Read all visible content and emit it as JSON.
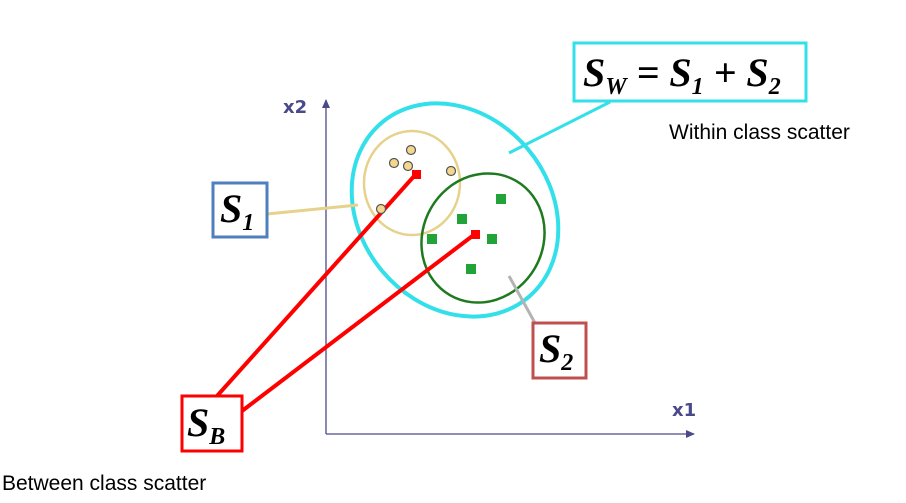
{
  "axes": {
    "x_label": "x1",
    "y_label": "x2"
  },
  "labels": {
    "sw": {
      "main": "S",
      "sub": "W",
      "rest": " = S",
      "sub1": "1",
      "plus": " + S",
      "sub2": "2"
    },
    "s1": {
      "main": "S",
      "sub": "1"
    },
    "s2": {
      "main": "S",
      "sub": "2"
    },
    "sb": {
      "main": "S",
      "sub": "B"
    }
  },
  "captions": {
    "within": "Within class scatter",
    "between": "Between class scatter"
  },
  "colors": {
    "axis": "#4a4a8a",
    "sw_box": "#33e0ea",
    "s1_box": "#4f7fbf",
    "s2_box": "#c0504d",
    "sb_box": "#ff0000",
    "class1_ellipse": "#e6d28c",
    "class1_point_fill": "#f4d78c",
    "class2_ellipse": "#1f7a1f",
    "class2_point": "#22a33a",
    "overall_ellipse": "#33e0ea",
    "mean_line": "#ff0000",
    "connector_s2": "#b3b3b3"
  },
  "classes": [
    {
      "name_ref": "s1",
      "point_count": 5
    },
    {
      "name_ref": "s2",
      "point_count": 5
    }
  ]
}
